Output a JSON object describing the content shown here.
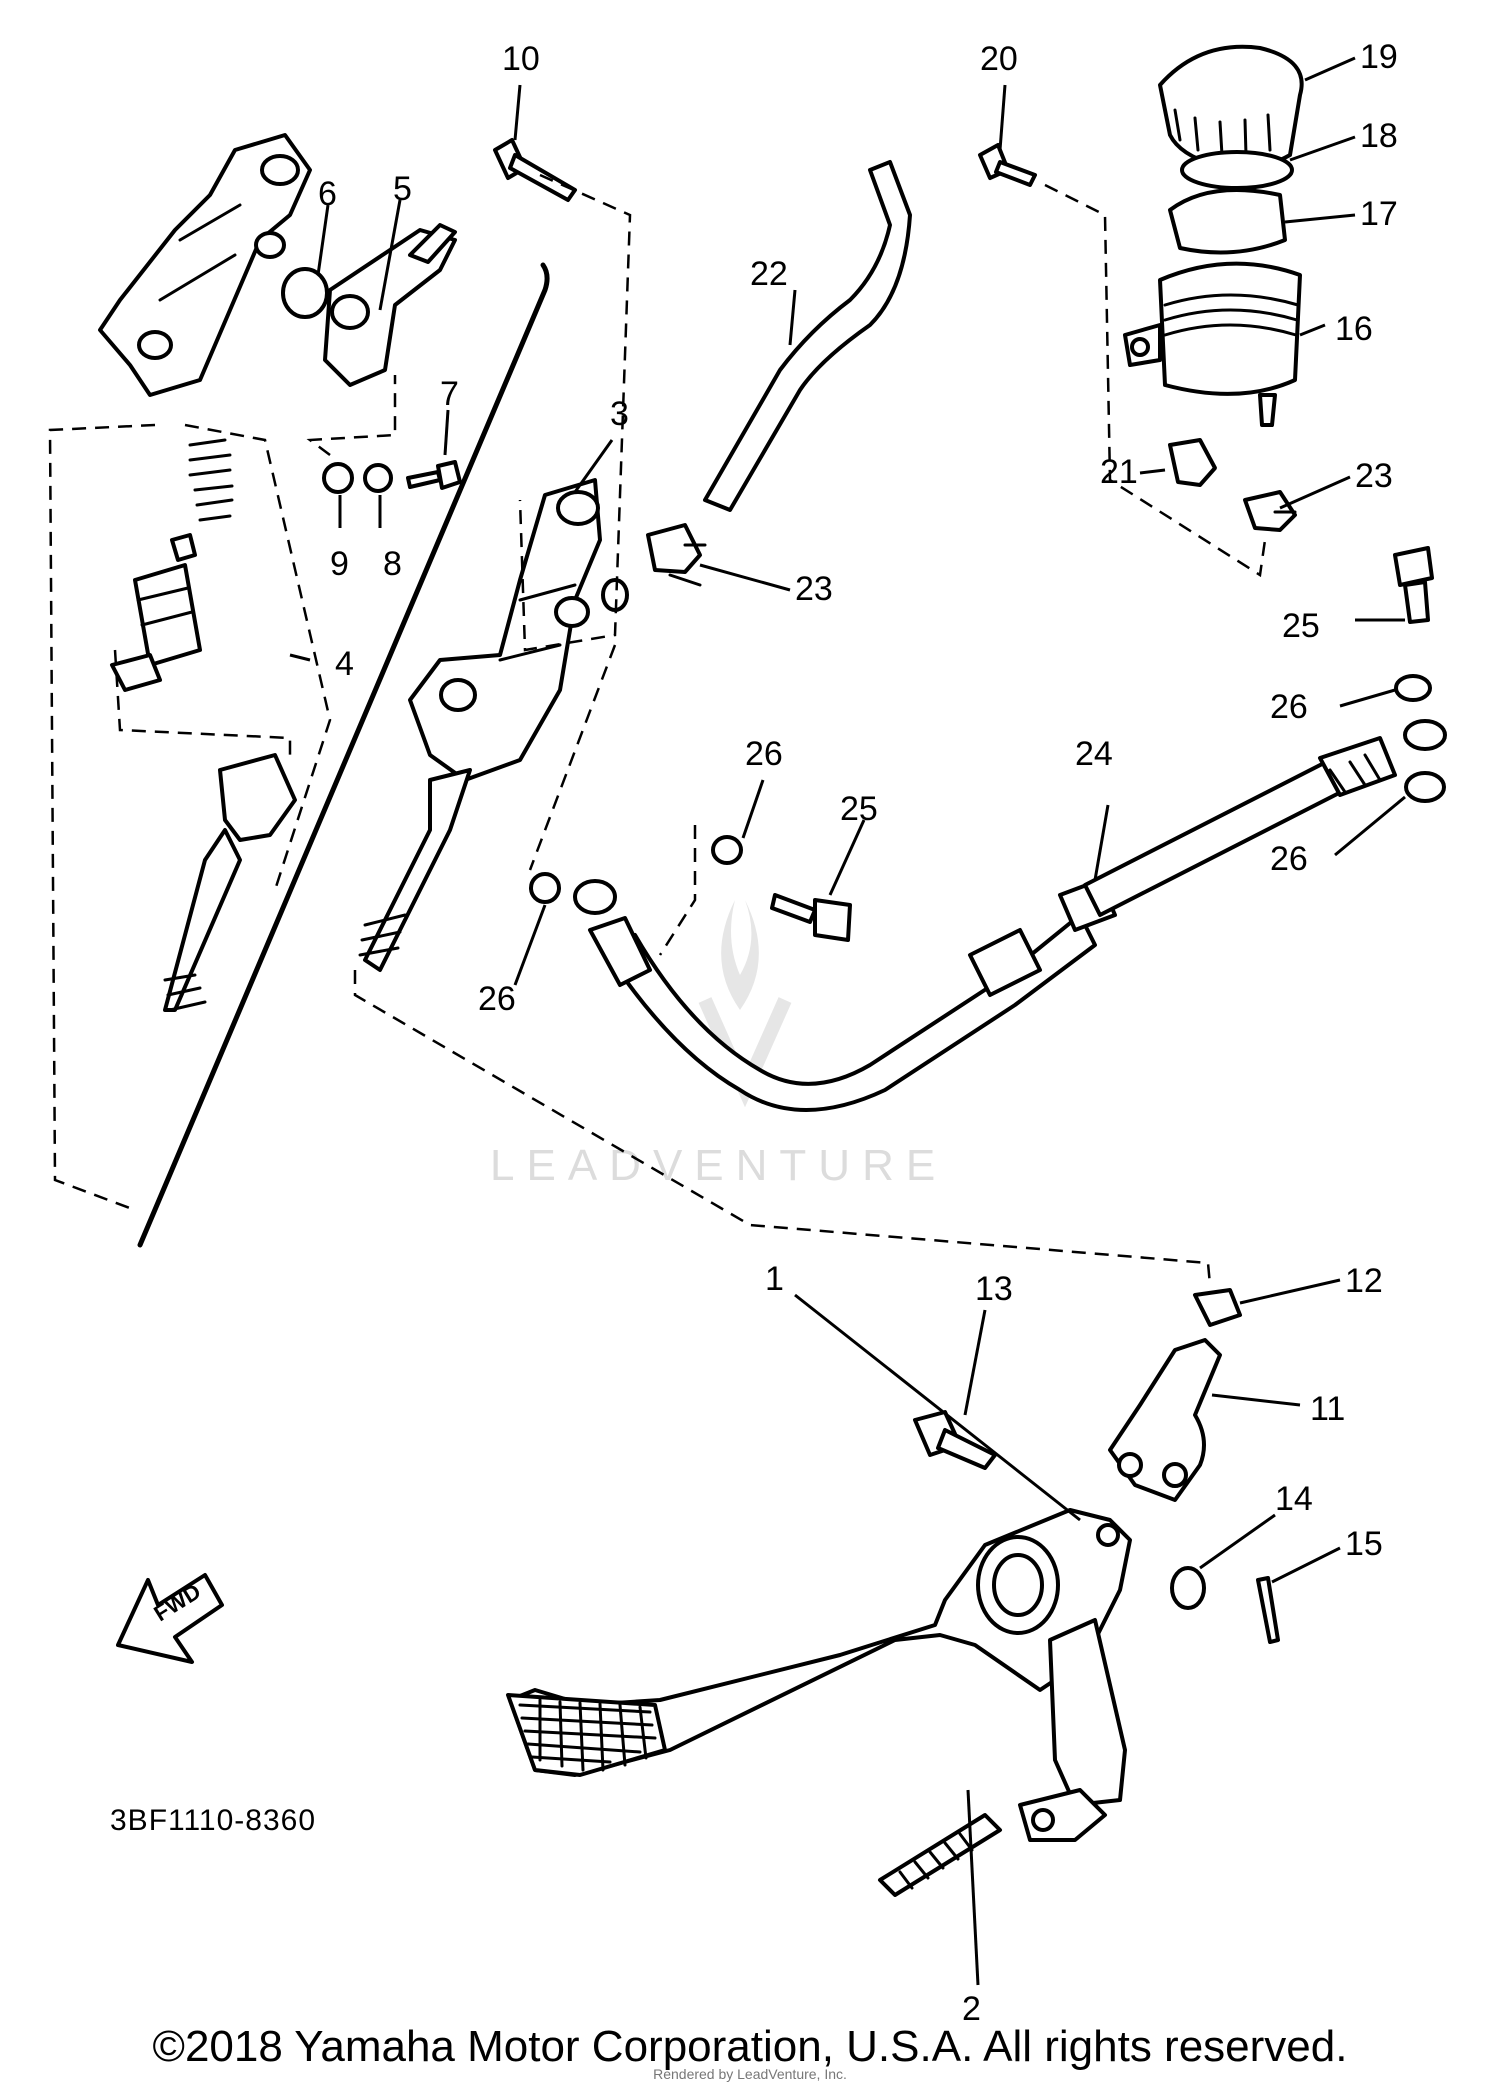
{
  "diagram": {
    "callouts": [
      "1",
      "2",
      "3",
      "4",
      "5",
      "6",
      "7",
      "8",
      "9",
      "10",
      "11",
      "12",
      "13",
      "14",
      "15",
      "16",
      "17",
      "18",
      "19",
      "20",
      "21",
      "22",
      "23",
      "23",
      "24",
      "25",
      "25",
      "26",
      "26",
      "26",
      "26"
    ],
    "fwd_label": "FWD",
    "drawing_code": "3BF1110-8360",
    "watermark": "LEADVENTURE"
  },
  "footer": {
    "copyright": "©2018 Yamaha Motor Corporation, U.S.A. All rights reserved.",
    "rendered_by": "Rendered by LeadVenture, Inc."
  }
}
